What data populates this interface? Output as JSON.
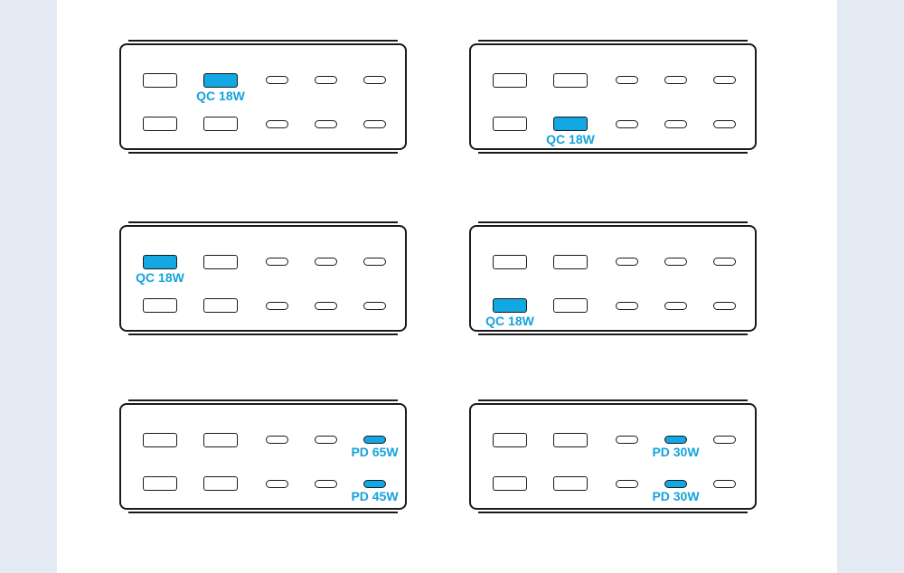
{
  "colors": {
    "accent": "#14a3dc",
    "port_active": "#11a8e3",
    "outline": "#1a1a1a",
    "background": "#e4ebf4",
    "panel": "#ffffff"
  },
  "chargers": [
    {
      "id": "c1",
      "active": [
        {
          "row": 0,
          "col": 1
        }
      ],
      "labels": [
        {
          "text": "QC 18W",
          "row": 0,
          "col": 1
        }
      ]
    },
    {
      "id": "c2",
      "active": [
        {
          "row": 1,
          "col": 1
        }
      ],
      "labels": [
        {
          "text": "QC 18W",
          "row": 1,
          "col": 1
        }
      ]
    },
    {
      "id": "c3",
      "active": [
        {
          "row": 0,
          "col": 0
        }
      ],
      "labels": [
        {
          "text": "QC 18W",
          "row": 0,
          "col": 0
        }
      ]
    },
    {
      "id": "c4",
      "active": [
        {
          "row": 1,
          "col": 0
        }
      ],
      "labels": [
        {
          "text": "QC 18W",
          "row": 1,
          "col": 0
        }
      ]
    },
    {
      "id": "c5",
      "active": [
        {
          "row": 0,
          "col": 4
        },
        {
          "row": 1,
          "col": 4
        }
      ],
      "labels": [
        {
          "text": "PD 65W",
          "row": 0,
          "col": 4
        },
        {
          "text": "PD 45W",
          "row": 1,
          "col": 4
        }
      ]
    },
    {
      "id": "c6",
      "active": [
        {
          "row": 0,
          "col": 3
        },
        {
          "row": 1,
          "col": 3
        }
      ],
      "labels": [
        {
          "text": "PD 30W",
          "row": 0,
          "col": 3
        },
        {
          "text": "PD 30W",
          "row": 1,
          "col": 3
        }
      ]
    }
  ],
  "port_types": [
    "usb-a",
    "usb-a",
    "usb-c",
    "usb-c",
    "usb-c"
  ]
}
